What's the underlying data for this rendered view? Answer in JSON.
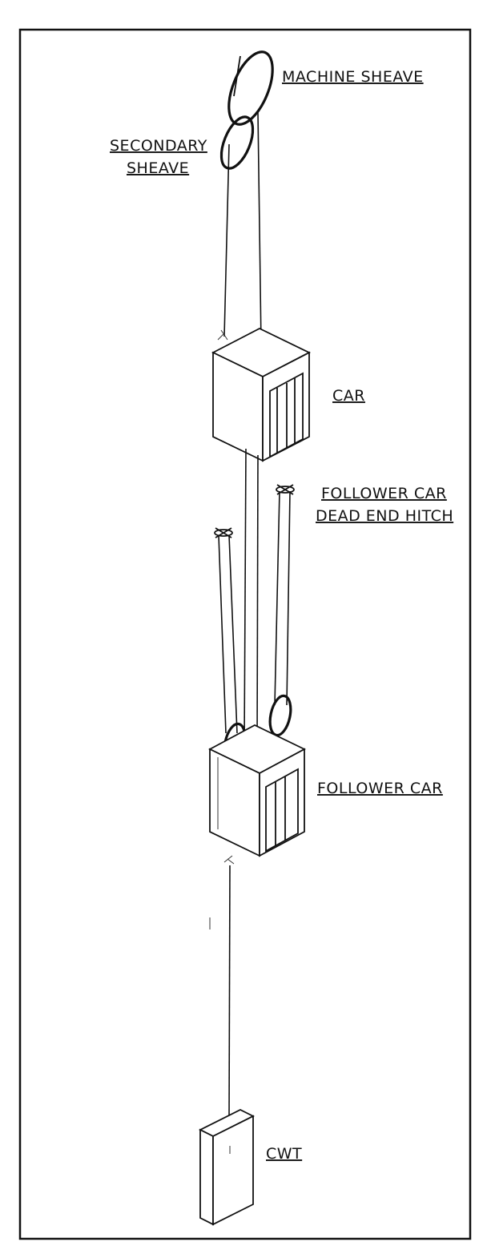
{
  "labels": {
    "machine_sheave": "MACHINE SHEAVE",
    "secondary_sheave_line1": "SECONDARY",
    "secondary_sheave_line2": "SHEAVE",
    "car": "CAR",
    "follower_hitch_line1": "FOLLOWER CAR",
    "follower_hitch_line2": "DEAD END HITCH",
    "follower_car": "FOLLOWER CAR",
    "cwt": "CWT"
  },
  "colors": {
    "ink": "#111111",
    "paper": "#ffffff"
  }
}
